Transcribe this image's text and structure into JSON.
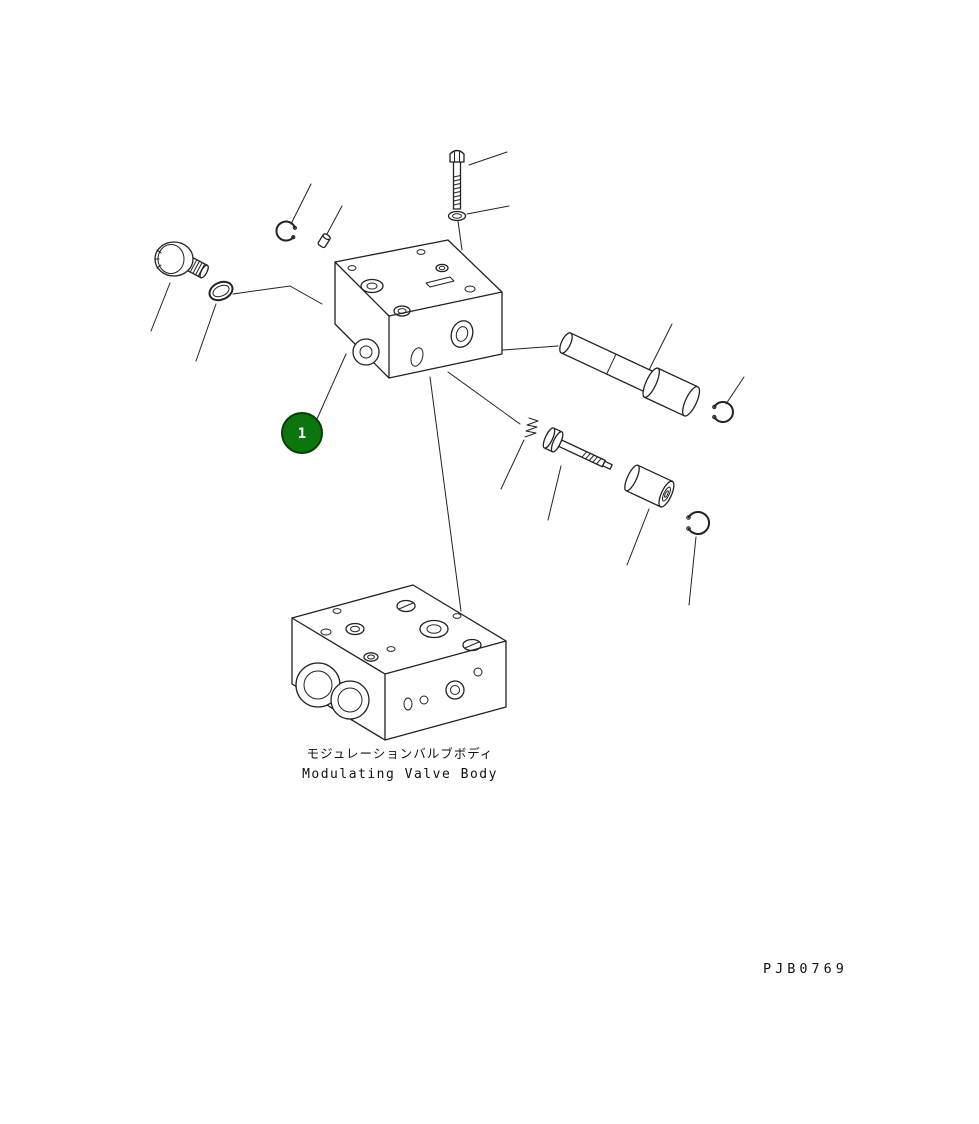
{
  "page": {
    "background": "#ffffff",
    "line_color": "#222222"
  },
  "diagram": {
    "callout": {
      "number": "1",
      "color": "#0d750d"
    },
    "captions": {
      "japanese": "モジュレーションバルブボディ",
      "english": "Modulating Valve Body"
    },
    "figure_code": "PJB0769"
  }
}
